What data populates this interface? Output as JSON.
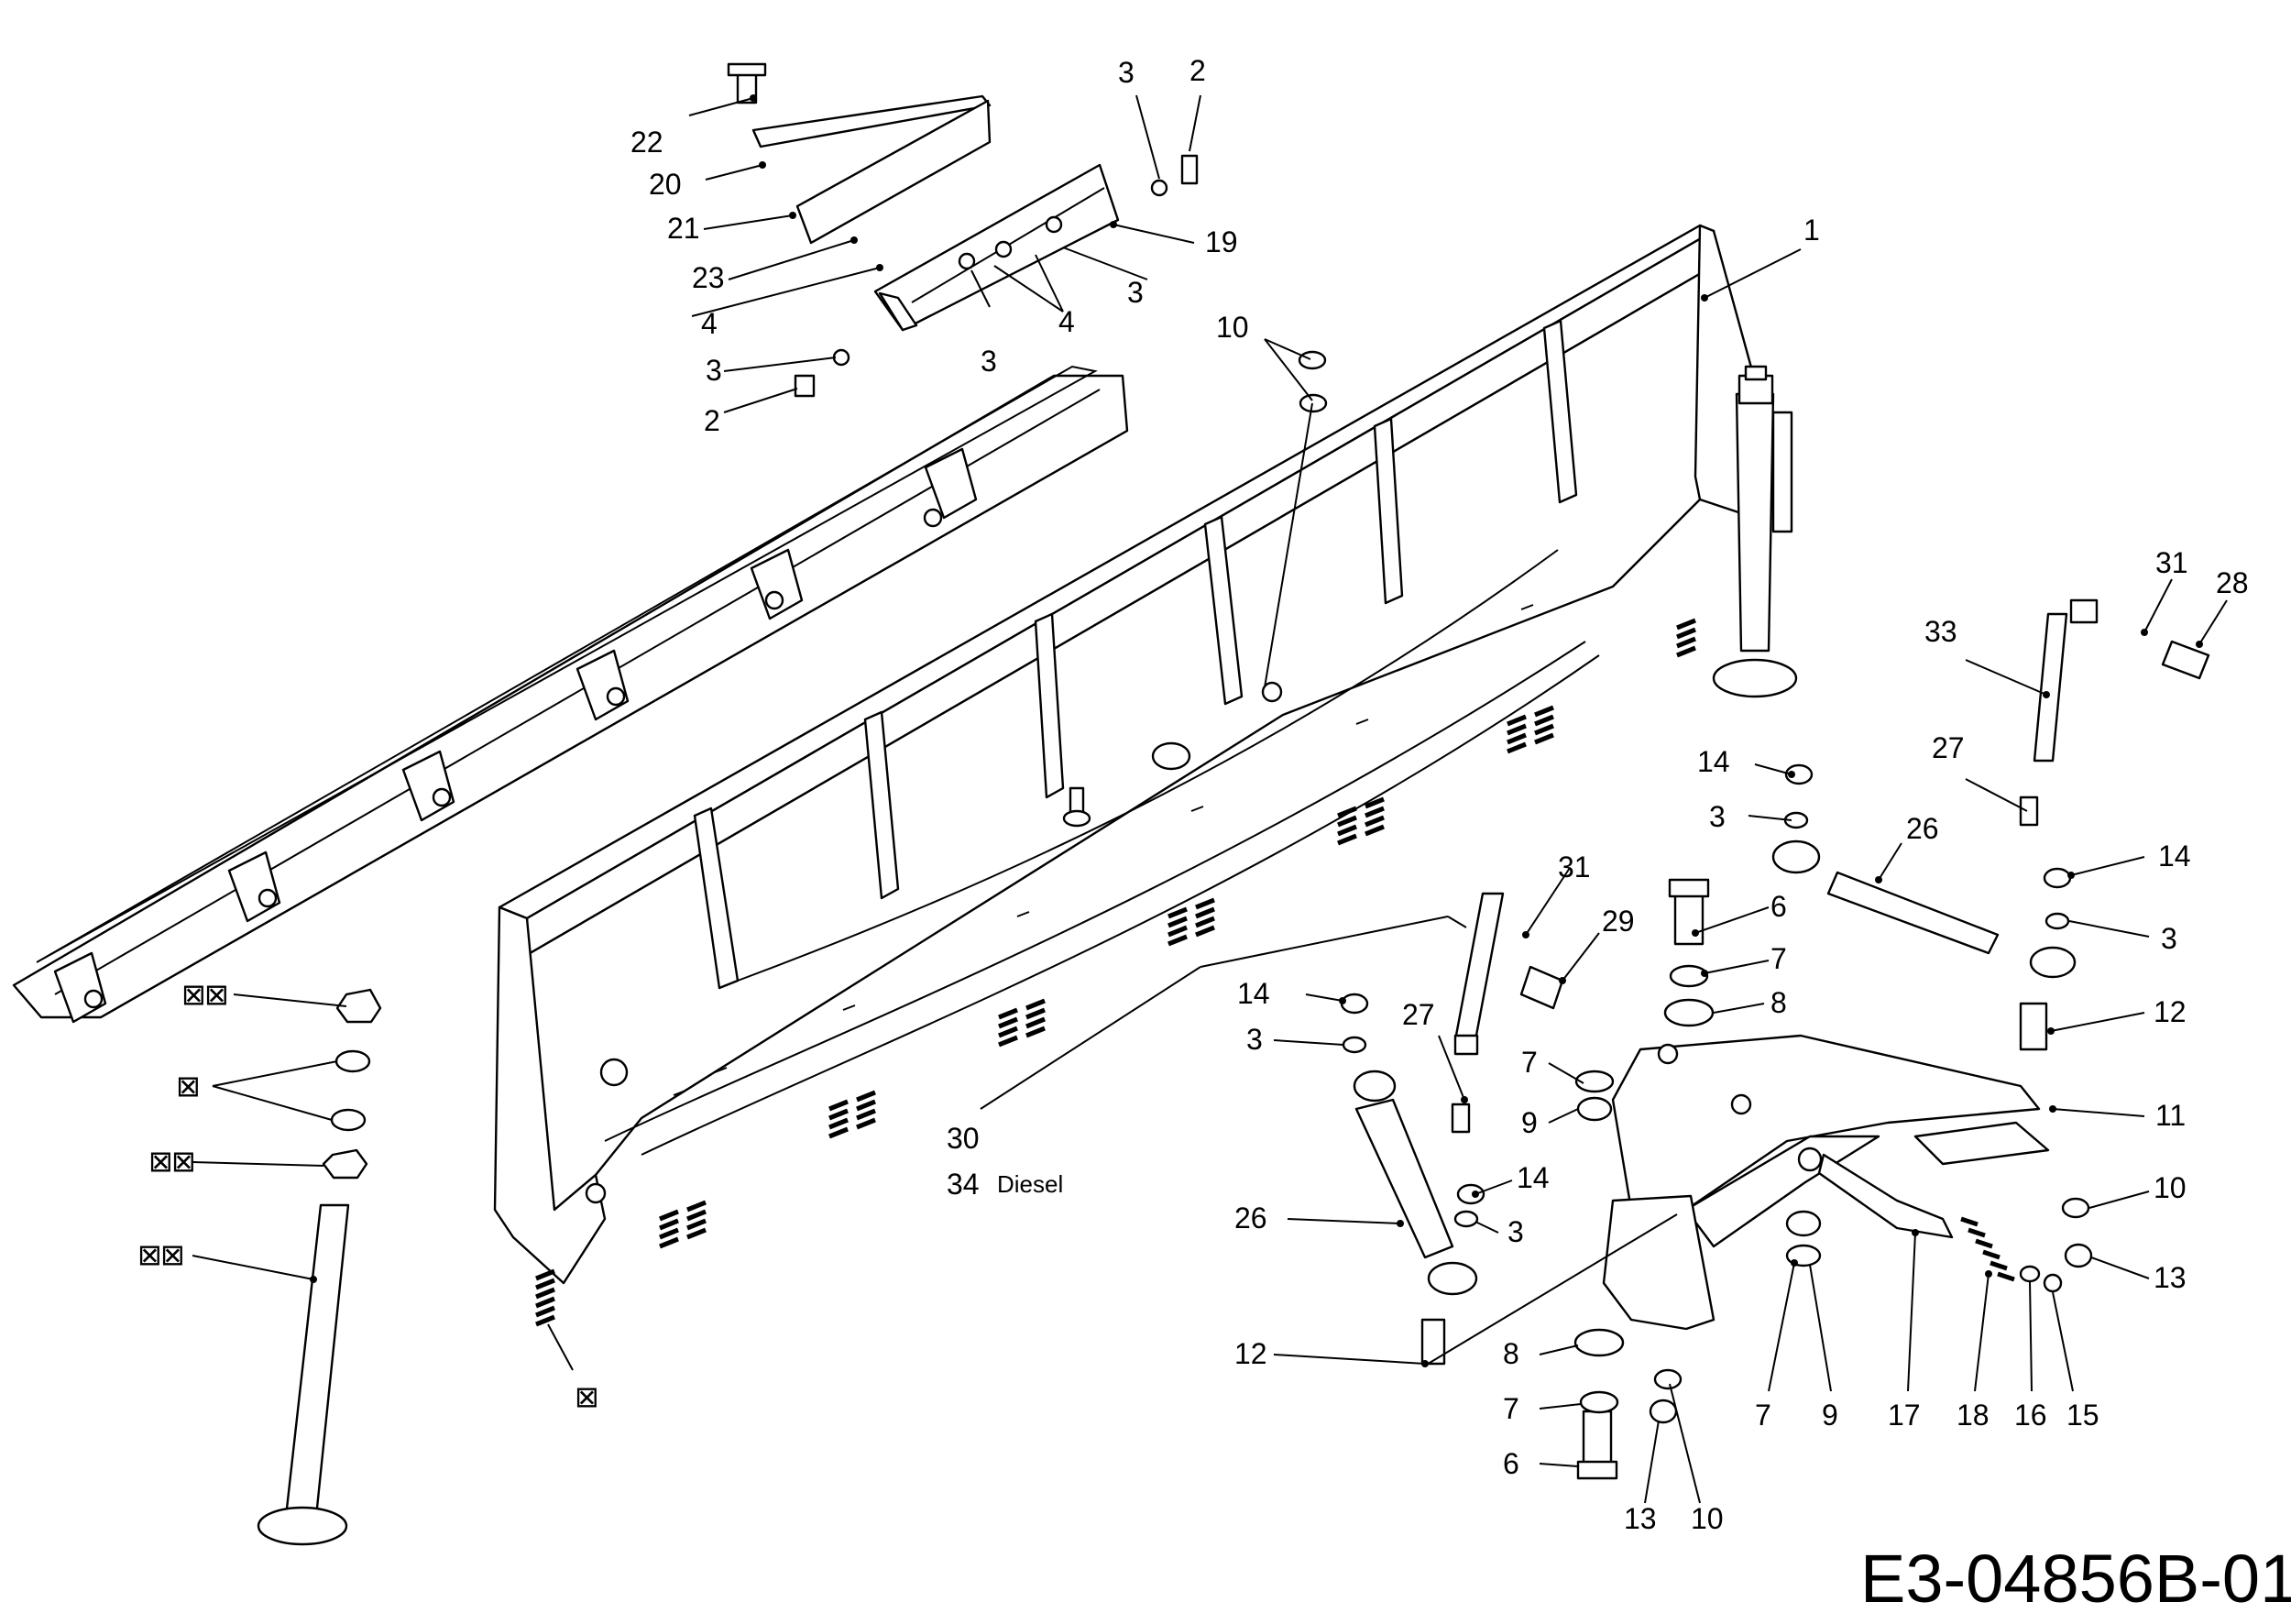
{
  "diagram": {
    "drawing_code": "E3-04856B-01",
    "note": "Diesel",
    "box_glyph": "⊠",
    "callouts": [
      {
        "id": "c22",
        "text": "22"
      },
      {
        "id": "c20",
        "text": "20"
      },
      {
        "id": "c21",
        "text": "21"
      },
      {
        "id": "c23",
        "text": "23"
      },
      {
        "id": "c4a",
        "text": "4"
      },
      {
        "id": "c4b",
        "text": "4"
      },
      {
        "id": "c3a",
        "text": "3"
      },
      {
        "id": "c2a",
        "text": "2"
      },
      {
        "id": "c3b",
        "text": "3"
      },
      {
        "id": "c2b",
        "text": "2"
      },
      {
        "id": "c19",
        "text": "19"
      },
      {
        "id": "c3c",
        "text": "3"
      },
      {
        "id": "c3d",
        "text": "3"
      },
      {
        "id": "c10a",
        "text": "10"
      },
      {
        "id": "c1",
        "text": "1"
      },
      {
        "id": "c31a",
        "text": "31"
      },
      {
        "id": "c28",
        "text": "28"
      },
      {
        "id": "c33",
        "text": "33"
      },
      {
        "id": "c14a",
        "text": "14"
      },
      {
        "id": "c27a",
        "text": "27"
      },
      {
        "id": "c3e",
        "text": "3"
      },
      {
        "id": "c26a",
        "text": "26"
      },
      {
        "id": "c14b",
        "text": "14"
      },
      {
        "id": "c6a",
        "text": "6"
      },
      {
        "id": "c3f",
        "text": "3"
      },
      {
        "id": "c7a",
        "text": "7"
      },
      {
        "id": "c8a",
        "text": "8"
      },
      {
        "id": "c31b",
        "text": "31"
      },
      {
        "id": "c29",
        "text": "29"
      },
      {
        "id": "c12a",
        "text": "12"
      },
      {
        "id": "c14c",
        "text": "14"
      },
      {
        "id": "c27b",
        "text": "27"
      },
      {
        "id": "c3g",
        "text": "3"
      },
      {
        "id": "c7b",
        "text": "7"
      },
      {
        "id": "c9a",
        "text": "9"
      },
      {
        "id": "c11",
        "text": "11"
      },
      {
        "id": "c30",
        "text": "30"
      },
      {
        "id": "c34",
        "text": "34"
      },
      {
        "id": "c14d",
        "text": "14"
      },
      {
        "id": "c26b",
        "text": "26"
      },
      {
        "id": "c3h",
        "text": "3"
      },
      {
        "id": "c10b",
        "text": "10"
      },
      {
        "id": "c13a",
        "text": "13"
      },
      {
        "id": "c12b",
        "text": "12"
      },
      {
        "id": "c8b",
        "text": "8"
      },
      {
        "id": "c7c",
        "text": "7"
      },
      {
        "id": "c6b",
        "text": "6"
      },
      {
        "id": "c13b",
        "text": "13"
      },
      {
        "id": "c10c",
        "text": "10"
      },
      {
        "id": "c7d",
        "text": "7"
      },
      {
        "id": "c9b",
        "text": "9"
      },
      {
        "id": "c17",
        "text": "17"
      },
      {
        "id": "c18",
        "text": "18"
      },
      {
        "id": "c16",
        "text": "16"
      },
      {
        "id": "c15",
        "text": "15"
      }
    ]
  }
}
